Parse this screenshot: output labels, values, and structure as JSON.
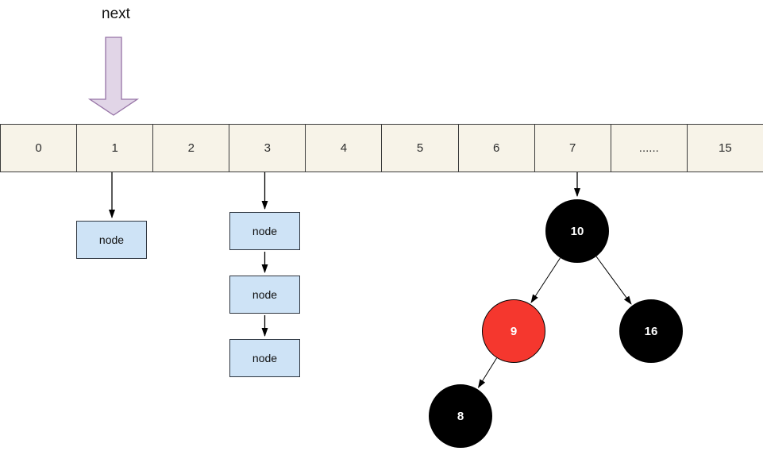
{
  "pointer": {
    "label": "next"
  },
  "array": {
    "cells": [
      "0",
      "1",
      "2",
      "3",
      "4",
      "5",
      "6",
      "7",
      "......",
      "15"
    ]
  },
  "bucket1_list": [
    {
      "label": "node"
    }
  ],
  "bucket3_list": [
    {
      "label": "node"
    },
    {
      "label": "node"
    },
    {
      "label": "node"
    }
  ],
  "tree": {
    "root": {
      "label": "10",
      "color": "#000000"
    },
    "left_child": {
      "label": "9",
      "color": "#F5372E"
    },
    "right_child": {
      "label": "16",
      "color": "#000000"
    },
    "left_grandchild": {
      "label": "8",
      "color": "#000000"
    }
  },
  "colors": {
    "array_cell_fill": "#F7F3E8",
    "array_cell_border": "#3b3b3b",
    "node_box_fill": "#CEE3F6",
    "next_arrow_fill": "#E1D5E7",
    "next_arrow_stroke": "#9673A6",
    "tree_node_black": "#000000",
    "tree_node_red": "#F5372E",
    "circle_text": "#ffffff",
    "connector": "#000000"
  }
}
